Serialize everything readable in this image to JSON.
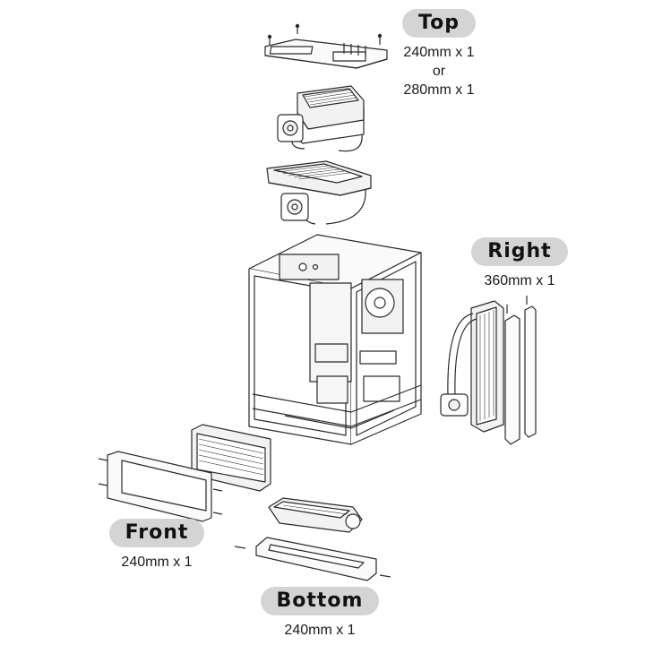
{
  "labels": {
    "top": {
      "title": "Top",
      "lines": [
        "240mm x 1",
        "or",
        "280mm x 1"
      ]
    },
    "right": {
      "title": "Right",
      "lines": [
        "360mm x 1"
      ]
    },
    "front": {
      "title": "Front",
      "lines": [
        "240mm x 1"
      ]
    },
    "bottom": {
      "title": "Bottom",
      "lines": [
        "240mm x 1"
      ]
    }
  },
  "colors": {
    "pill": "#d4d4d4",
    "line": "#2a2a2a",
    "fill_light": "#f2f2f2"
  }
}
